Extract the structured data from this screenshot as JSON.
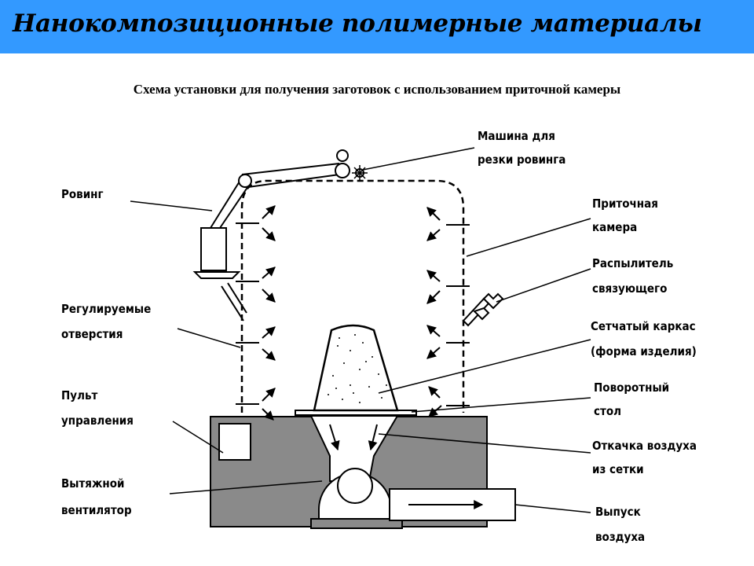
{
  "header": {
    "title": "Нанокомпозиционные полимерные материалы",
    "color": "#3399ff"
  },
  "subtitle": "Схема установки для получения заготовок с использованием приточной  камеры",
  "labels": {
    "cutter": [
      "Машина для",
      "резки   ровинга"
    ],
    "roving": [
      "Ровинг"
    ],
    "chamber": [
      "Приточная",
      "камера"
    ],
    "sprayer": [
      "Распылитель",
      "связующего"
    ],
    "holes": [
      "Регулируемые",
      "отверстия"
    ],
    "mesh": [
      "Сетчатый каркас",
      "(форма изделия)"
    ],
    "panel": [
      "Пульт",
      "управления"
    ],
    "table": [
      "Поворотный",
      "стол"
    ],
    "suction": [
      "Откачка воздуха",
      "из сетки"
    ],
    "fan": [
      "Вытяжной",
      "вентилятор"
    ],
    "outlet": [
      "Выпуск",
      "воздуха"
    ]
  },
  "colors": {
    "base": "#8a8a8a",
    "line": "#000000"
  }
}
